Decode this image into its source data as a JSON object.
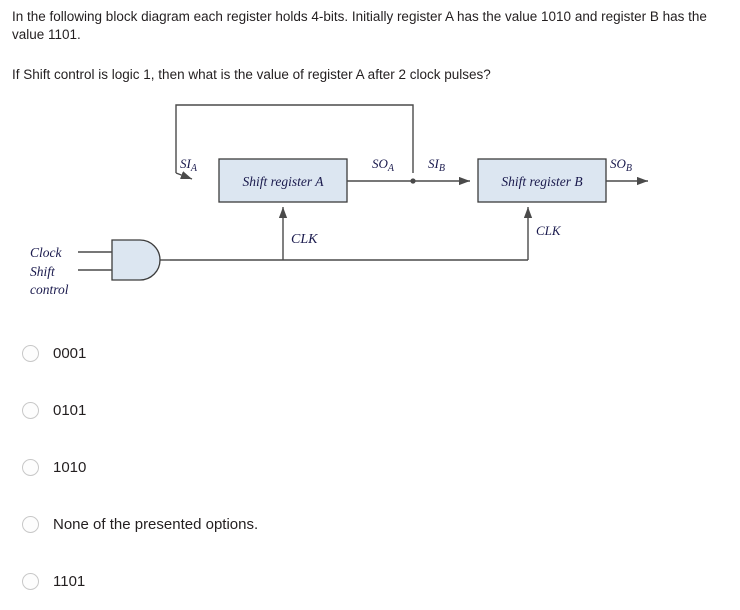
{
  "question": {
    "prompt": "In the following block diagram each register holds 4-bits. Initially register A has the value 1010 and register B has the value 1101.",
    "sub_prompt": "If Shift control is logic 1, then what is the value of register A after 2 clock pulses?"
  },
  "diagram": {
    "register_a_label": "Shift register A",
    "register_b_label": "Shift register B",
    "sia_label": "SI",
    "sia_sub": "A",
    "soa_label": "SO",
    "soa_sub": "A",
    "sib_label": "SI",
    "sib_sub": "B",
    "sob_label": "SO",
    "sob_sub": "B",
    "clk_a_label": "CLK",
    "clk_b_label": "CLK",
    "clock_label": "Clock",
    "shift_label": "Shift",
    "control_label": "control",
    "box_fill": "#dce6f1",
    "box_stroke": "#3c3c3c",
    "line_color": "#4a4a4a"
  },
  "options": [
    {
      "label": "0001",
      "selected": false
    },
    {
      "label": "0101",
      "selected": false
    },
    {
      "label": "1010",
      "selected": false
    },
    {
      "label": "None of the presented options.",
      "selected": false
    },
    {
      "label": "1101",
      "selected": false
    }
  ]
}
